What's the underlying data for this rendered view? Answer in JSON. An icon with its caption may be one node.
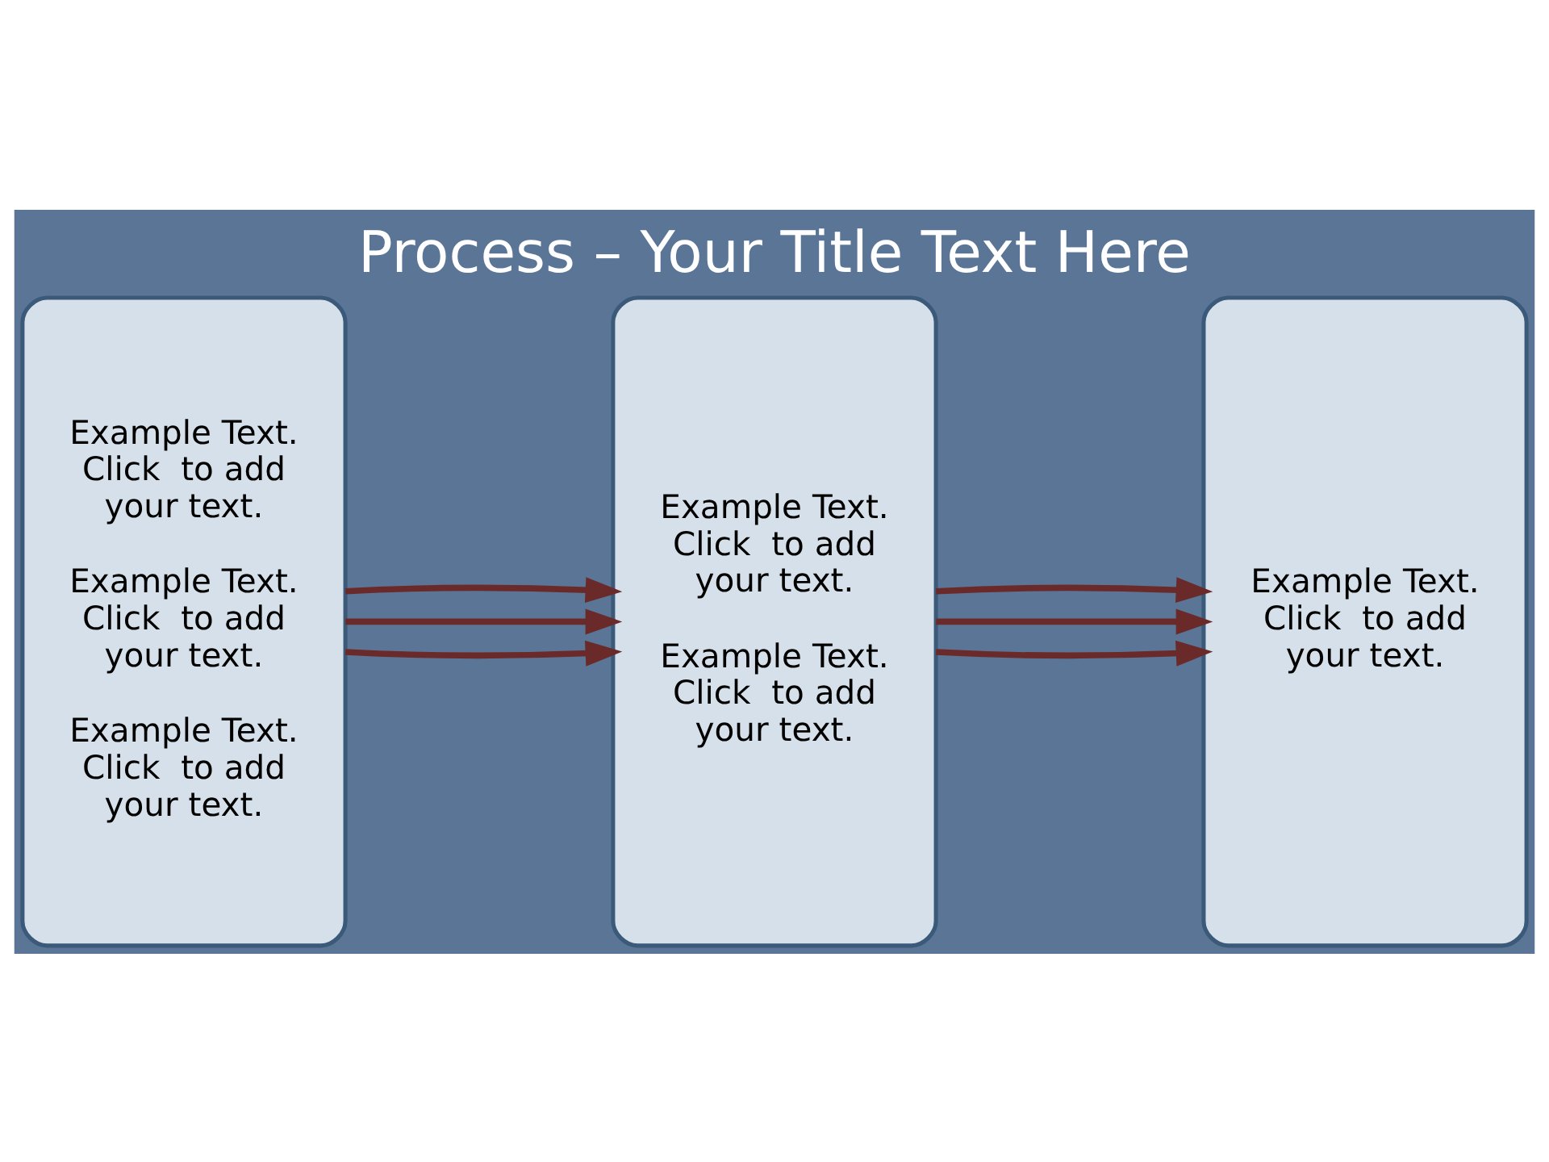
{
  "diagram": {
    "title": "Process – Your Title Text Here",
    "nodes": [
      {
        "text": [
          "Example Text. Click  to add your text.",
          "Example Text. Click  to add your text.",
          "Example Text. Click  to add your text."
        ]
      },
      {
        "text": [
          "Example Text. Click  to add your text.",
          "Example Text. Click  to add your text."
        ]
      },
      {
        "text": [
          "Example Text. Click  to add your text."
        ]
      }
    ],
    "edges": [
      {
        "from": 0,
        "to": 1,
        "arrow": "to"
      },
      {
        "from": 0,
        "to": 1,
        "arrow": "to"
      },
      {
        "from": 0,
        "to": 1,
        "arrow": "to"
      },
      {
        "from": 1,
        "to": 2,
        "arrow": "to"
      },
      {
        "from": 1,
        "to": 2,
        "arrow": "to"
      },
      {
        "from": 1,
        "to": 2,
        "arrow": "to"
      }
    ]
  }
}
